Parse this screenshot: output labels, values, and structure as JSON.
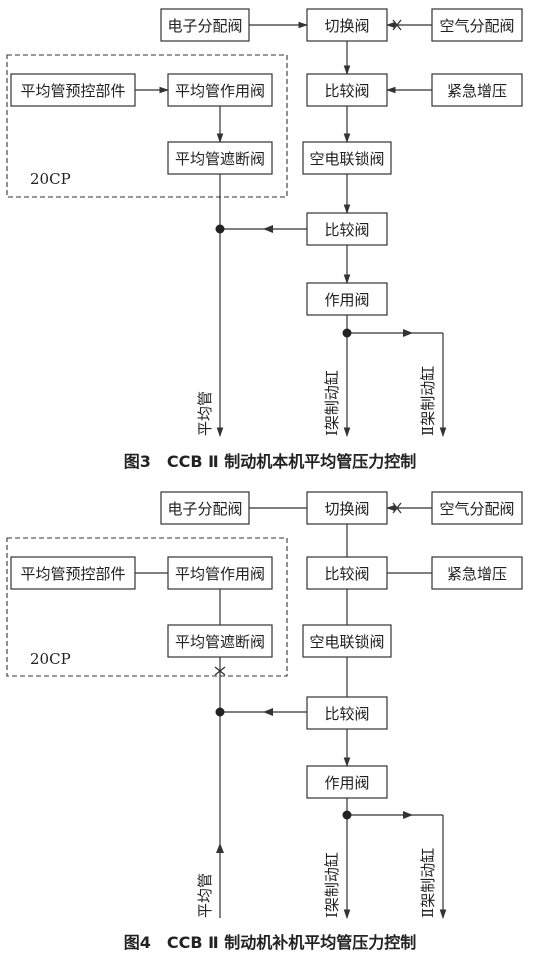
{
  "figure3": {
    "caption": "图3　CCB Ⅱ 制动机本机平均管压力控制",
    "blocks": {
      "electronic_valve": "电子分配阀",
      "switch_valve": "切换阀",
      "air_valve": "空气分配阀",
      "compare_valve_top": "比较阀",
      "emergency": "紧急增压",
      "interlock_valve": "空电联锁阀",
      "equalizer_precontrol": "平均管预控部件",
      "equalizer_action": "平均管作用阀",
      "equalizer_cutoff": "平均管遮断阀",
      "compare_valve_bottom": "比较阀",
      "action_valve": "作用阀"
    },
    "group_label": "20CP",
    "outputs": {
      "equalizer_pipe": "平均管",
      "cylinder_1": "Ⅰ架制动缸",
      "cylinder_2": "Ⅱ架制动缸"
    }
  },
  "figure4": {
    "caption": "图4　CCB Ⅱ 制动机补机平均管压力控制",
    "blocks": {
      "electronic_valve": "电子分配阀",
      "switch_valve": "切换阀",
      "air_valve": "空气分配阀",
      "compare_valve_top": "比较阀",
      "emergency": "紧急增压",
      "interlock_valve": "空电联锁阀",
      "equalizer_precontrol": "平均管预控部件",
      "equalizer_action": "平均管作用阀",
      "equalizer_cutoff": "平均管遮断阀",
      "compare_valve_bottom": "比较阀",
      "action_valve": "作用阀"
    },
    "group_label": "20CP",
    "outputs": {
      "equalizer_pipe": "平均管",
      "cylinder_1": "Ⅰ架制动缸",
      "cylinder_2": "Ⅱ架制动缸"
    }
  }
}
